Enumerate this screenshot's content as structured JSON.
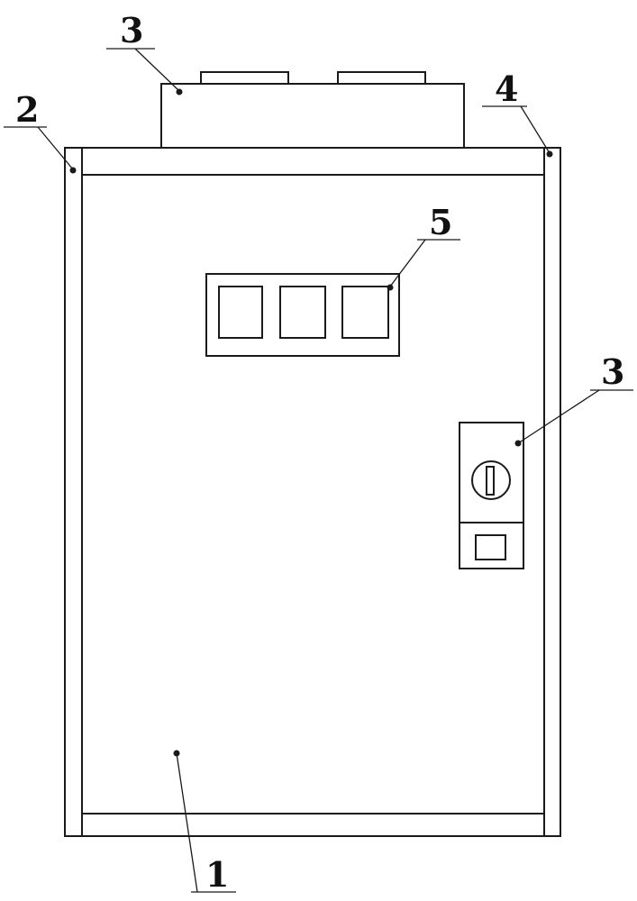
{
  "labels": {
    "cabinet_body": "1",
    "left_frame": "2",
    "top_unit": "3",
    "lock_box": "3",
    "right_frame": "4",
    "switch_panel": "5"
  },
  "colors": {
    "ink": "#1a1a1a",
    "background": "#ffffff"
  }
}
